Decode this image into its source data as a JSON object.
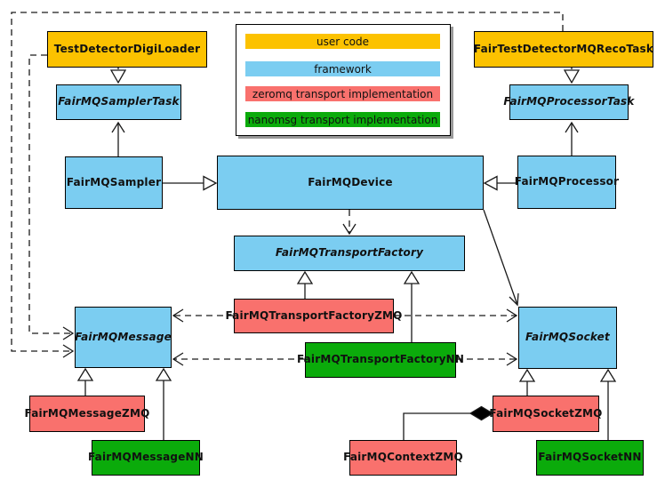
{
  "palette": {
    "user-code": "#FCC200",
    "framework": "#7BCDF1",
    "zeromq": "#F9716D",
    "nanomsg": "#0BAB0B",
    "background": "#ffffff",
    "line": "#1a1a1a"
  },
  "legend": {
    "items": [
      {
        "label": "user code",
        "category": "user-code"
      },
      {
        "label": "framework",
        "category": "framework"
      },
      {
        "label": "zeromq transport implementation",
        "category": "zeromq"
      },
      {
        "label": "nanomsg transport implementation",
        "category": "nanomsg"
      }
    ]
  },
  "nodes": [
    {
      "label": "TestDetectorDigiLoader",
      "category": "user-code",
      "abstract": false
    },
    {
      "label": "FairTestDetectorMQRecoTask",
      "category": "user-code",
      "abstract": false
    },
    {
      "label": "FairMQSamplerTask",
      "category": "framework",
      "abstract": true
    },
    {
      "label": "FairMQProcessorTask",
      "category": "framework",
      "abstract": true
    },
    {
      "label": "FairMQSampler",
      "category": "framework",
      "abstract": false
    },
    {
      "label": "FairMQDevice",
      "category": "framework",
      "abstract": false
    },
    {
      "label": "FairMQProcessor",
      "category": "framework",
      "abstract": false
    },
    {
      "label": "FairMQTransportFactory",
      "category": "framework",
      "abstract": true
    },
    {
      "label": "FairMQTransportFactoryZMQ",
      "category": "zeromq",
      "abstract": false
    },
    {
      "label": "FairMQTransportFactoryNN",
      "category": "nanomsg",
      "abstract": false
    },
    {
      "label": "FairMQMessage",
      "category": "framework",
      "abstract": true
    },
    {
      "label": "FairMQSocket",
      "category": "framework",
      "abstract": true
    },
    {
      "label": "FairMQMessageZMQ",
      "category": "zeromq",
      "abstract": false
    },
    {
      "label": "FairMQSocketZMQ",
      "category": "zeromq",
      "abstract": false
    },
    {
      "label": "FairMQMessageNN",
      "category": "nanomsg",
      "abstract": false
    },
    {
      "label": "FairMQContextZMQ",
      "category": "zeromq",
      "abstract": false
    },
    {
      "label": "FairMQSocketNN",
      "category": "nanomsg",
      "abstract": false
    }
  ],
  "edges": [
    {
      "from": "TestDetectorDigiLoader",
      "to": "FairMQSamplerTask",
      "type": "inheritance"
    },
    {
      "from": "FairTestDetectorMQRecoTask",
      "to": "FairMQProcessorTask",
      "type": "inheritance"
    },
    {
      "from": "FairMQSampler",
      "to": "FairMQSamplerTask",
      "type": "association"
    },
    {
      "from": "FairMQProcessor",
      "to": "FairMQProcessorTask",
      "type": "association"
    },
    {
      "from": "FairMQSampler",
      "to": "FairMQDevice",
      "type": "inheritance"
    },
    {
      "from": "FairMQProcessor",
      "to": "FairMQDevice",
      "type": "inheritance"
    },
    {
      "from": "FairMQDevice",
      "to": "FairMQTransportFactory",
      "type": "dependency"
    },
    {
      "from": "FairMQDevice",
      "to": "FairMQSocket",
      "type": "association"
    },
    {
      "from": "TestDetectorDigiLoader",
      "to": "FairMQMessage",
      "type": "dependency"
    },
    {
      "from": "FairTestDetectorMQRecoTask",
      "to": "FairMQMessage",
      "type": "dependency"
    },
    {
      "from": "FairMQTransportFactoryZMQ",
      "to": "FairMQTransportFactory",
      "type": "inheritance"
    },
    {
      "from": "FairMQTransportFactoryNN",
      "to": "FairMQTransportFactory",
      "type": "inheritance"
    },
    {
      "from": "FairMQTransportFactoryZMQ",
      "to": "FairMQMessage",
      "type": "dependency"
    },
    {
      "from": "FairMQTransportFactoryZMQ",
      "to": "FairMQSocket",
      "type": "dependency"
    },
    {
      "from": "FairMQTransportFactoryNN",
      "to": "FairMQMessage",
      "type": "dependency"
    },
    {
      "from": "FairMQTransportFactoryNN",
      "to": "FairMQSocket",
      "type": "dependency"
    },
    {
      "from": "FairMQMessageZMQ",
      "to": "FairMQMessage",
      "type": "inheritance"
    },
    {
      "from": "FairMQMessageNN",
      "to": "FairMQMessage",
      "type": "inheritance"
    },
    {
      "from": "FairMQSocketZMQ",
      "to": "FairMQSocket",
      "type": "inheritance"
    },
    {
      "from": "FairMQSocketNN",
      "to": "FairMQSocket",
      "type": "inheritance"
    },
    {
      "from": "FairMQContextZMQ",
      "to": "FairMQSocketZMQ",
      "type": "composition"
    }
  ]
}
